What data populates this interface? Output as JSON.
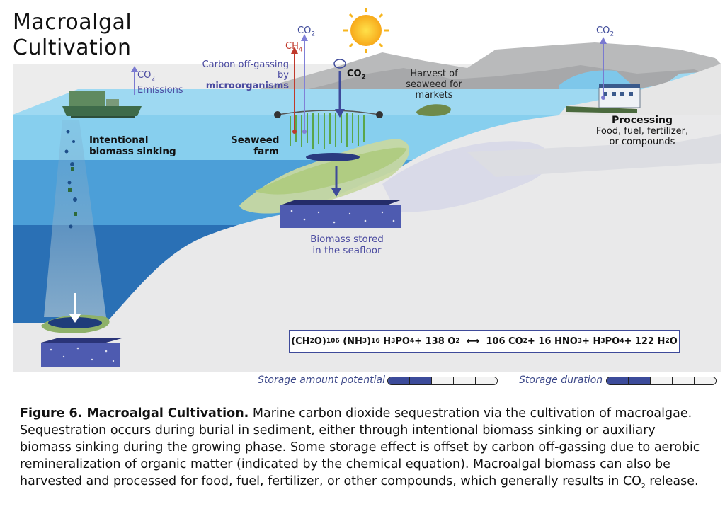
{
  "title_line1": "Macroalgal",
  "title_line2": "Cultivation",
  "co2_label": "CO",
  "ch4_label": "CH",
  "co2_emissions": "Emissions",
  "carbon_offgassing_line1": "Carbon off-gassing",
  "carbon_offgassing_by": "by ",
  "carbon_offgassing_bold": "microorganisms",
  "harvest_line1": "Harvest of",
  "harvest_line2": "seaweed for",
  "harvest_line3": "markets",
  "processing_title": "Processing",
  "processing_line1": "Food, fuel, fertilizer,",
  "processing_line2": "or compounds",
  "intentional_line1": "Intentional",
  "intentional_line2": "biomass sinking",
  "seaweed_line1": "Seaweed",
  "seaweed_line2": "farm",
  "stored_line1": "Biomass stored",
  "stored_line2": "in the seafloor",
  "equation": {
    "lhs_a": "(CH",
    "lhs_b": "O)",
    "lhs_c": "(NH",
    "lhs_d": ")",
    "lhs_e": "H",
    "lhs_f": "PO",
    "lhs_g": " + 138 O",
    "sub106": "106",
    "sub16": "16",
    "sub2": "2",
    "sub3": "3",
    "sub4": "4",
    "arrow": "⟷",
    "rhs_a": "106 CO",
    "rhs_b": " + 16 HNO",
    "rhs_c": " + H",
    "rhs_d": "PO",
    "rhs_e": " + 122 H",
    "rhs_f": "O"
  },
  "legend_amount": "Storage amount potential",
  "legend_duration": "Storage duration",
  "storage_amount_potential": {
    "filled": 2,
    "total": 5
  },
  "storage_duration": {
    "filled": 2,
    "total": 5
  },
  "caption_bold": "Figure 6. Macroalgal Cultivation.",
  "caption_text": " Marine carbon dioxide sequestration via the cultivation of macroalgae. Sequestration occurs during burial in sediment, either through intentional biomass sinking or auxiliary biomass sinking during the growing phase. Some storage effect is offset by carbon off-gassing due to aerobic remineralization of organic matter (indicated by the chemical equation). Macroalgal biomass can also be harvested and processed for food, fuel, fertilizer, or other compounds, which generally results in CO",
  "caption_sub": "2",
  "caption_end": " release.",
  "colors": {
    "accent": "#3e4a9a",
    "ch4": "#c0392b",
    "ocean_light": "#8fd1ef",
    "ocean_deep": "#2a70b5"
  }
}
